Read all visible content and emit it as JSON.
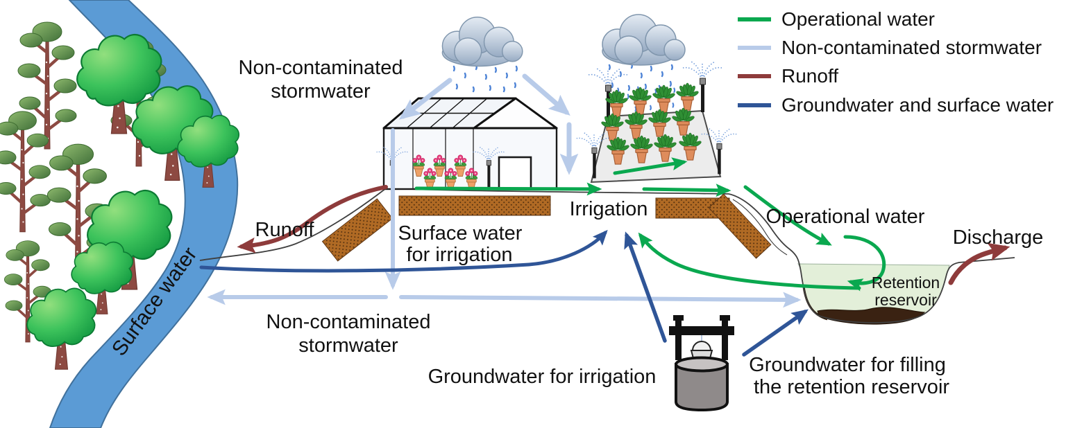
{
  "title": "Water flows in horticultural production diagram",
  "legend": {
    "items": [
      {
        "label": "Operational water",
        "color": "#0aa84f"
      },
      {
        "label": "Non-contaminated stormwater",
        "color": "#b8cbe9"
      },
      {
        "label": "Runoff",
        "color": "#8e3b3b"
      },
      {
        "label": "Groundwater and surface water",
        "color": "#2f5597"
      }
    ]
  },
  "labels": {
    "stormwater_top": {
      "line1": "Non-contaminated",
      "line2": "stormwater"
    },
    "surface_water_river": "Surface water",
    "runoff": "Runoff",
    "surface_irrigation": {
      "line1": "Surface water",
      "line2": "for irrigation"
    },
    "irrigation": "Irrigation",
    "operational_water": "Operational water",
    "discharge": "Discharge",
    "retention": {
      "line1": "Retention",
      "line2": "reservoir"
    },
    "stormwater_bottom": {
      "line1": "Non-contaminated",
      "line2": "stormwater"
    },
    "groundwater_irrigation": "Groundwater for irrigation",
    "groundwater_filling": {
      "line1": "Groundwater for filling",
      "line2": "the retention reservoir"
    }
  },
  "colors": {
    "operational_water": "#0aa84f",
    "stormwater": "#b8cbe9",
    "runoff": "#8e3b3b",
    "groundwater": "#2f5597",
    "river": "#5b9bd5",
    "reservoir_water": "#e3efd9",
    "soil": "#b06a24",
    "sediment": "#3a2212"
  }
}
